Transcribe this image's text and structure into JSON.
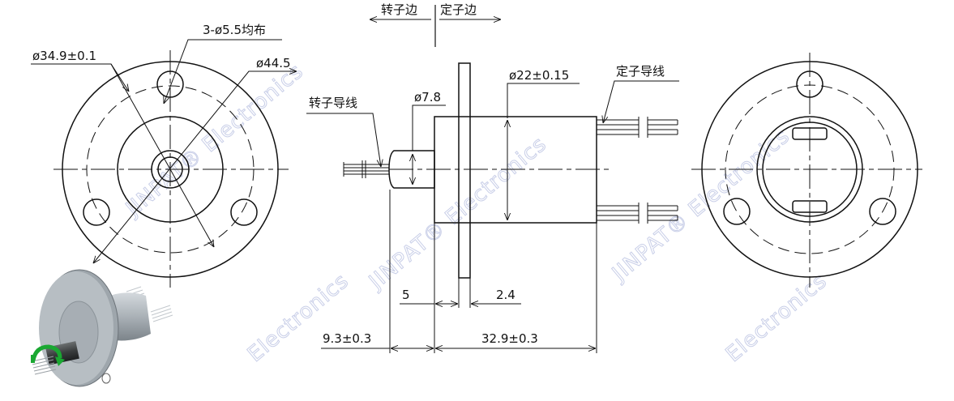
{
  "direction": {
    "rotor_side": "转子边",
    "stator_side": "定子边"
  },
  "front_view": {
    "hole_pattern": "3-ø5.5均布",
    "bolt_circle_diameter": "ø34.9±0.1",
    "outer_diameter": "ø44.5"
  },
  "side_view": {
    "rotor_leads": "转子导线",
    "stator_leads": "定子导线",
    "shaft_diameter": "ø7.8",
    "body_diameter": "ø22±0.15",
    "dim_flange_offset": "5",
    "dim_flange_thickness": "2.4",
    "dim_shaft_length": "9.3±0.3",
    "dim_body_length": "32.9±0.3"
  },
  "watermark": {
    "brand": "JINPAT",
    "registered": "®",
    "suffix": "Electronics",
    "color": "#c9cfe8"
  },
  "colors": {
    "line": "#111111",
    "rotation_arrow": "#1aa832",
    "body_metal": "#a9b0b6"
  }
}
